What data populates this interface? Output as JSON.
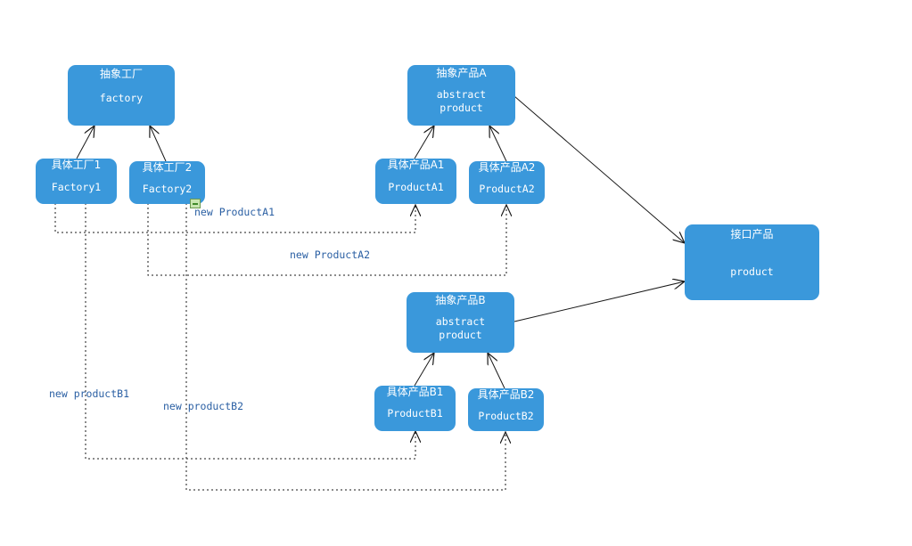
{
  "nodes": {
    "abstract_factory": {
      "title": "抽象工厂",
      "sub": "factory"
    },
    "factory1": {
      "title": "具体工厂1",
      "sub": "Factory1"
    },
    "factory2": {
      "title": "具体工厂2",
      "sub": "Factory2"
    },
    "abstract_product_a": {
      "title": "抽象产品A",
      "sub": "abstract\nproduct"
    },
    "product_a1": {
      "title": "具体产品A1",
      "sub": "ProductA1"
    },
    "product_a2": {
      "title": "具体产品A2",
      "sub": "ProductA2"
    },
    "interface_product": {
      "title": "接口产品",
      "sub": "product"
    },
    "abstract_product_b": {
      "title": "抽象产品B",
      "sub": "abstract\nproduct"
    },
    "product_b1": {
      "title": "具体产品B1",
      "sub": "ProductB1"
    },
    "product_b2": {
      "title": "具体产品B2",
      "sub": "ProductB2"
    }
  },
  "labels": {
    "new_a1": "new ProductA1",
    "new_a2": "new ProductA2",
    "new_b1": "new productB1",
    "new_b2": "new productB2"
  },
  "colors": {
    "node_fill": "#3a98db",
    "node_text": "#ffffff",
    "edge": "#1a1a1a",
    "label_text": "#2a5fa3"
  }
}
